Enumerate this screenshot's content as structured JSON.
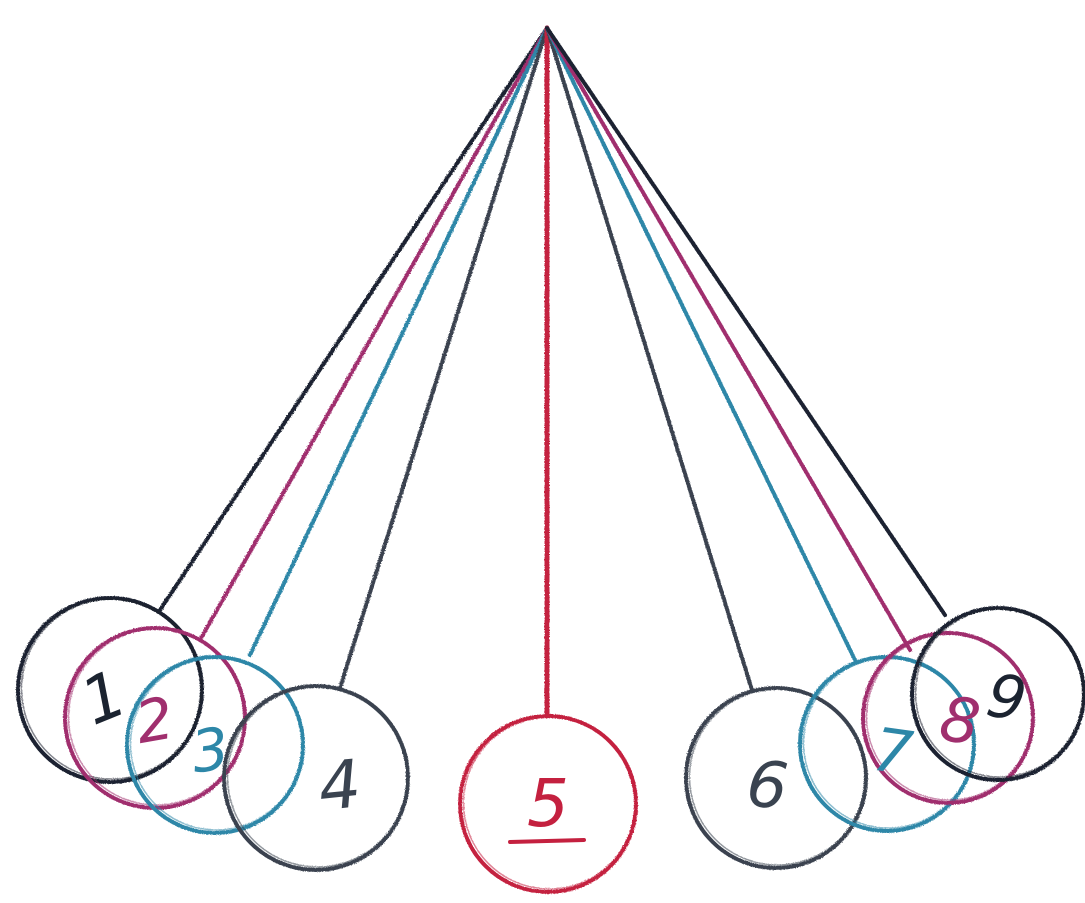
{
  "colors": {
    "black": "#1b2330",
    "red": "#c4203f",
    "magenta": "#a02f6e",
    "teal": "#2d87a8",
    "slate": "#3a4350",
    "background": "#ffffff"
  },
  "pendulum": {
    "balls": [
      {
        "label": "1",
        "color": "black"
      },
      {
        "label": "2",
        "color": "magenta"
      },
      {
        "label": "3",
        "color": "teal"
      },
      {
        "label": "4",
        "color": "slate"
      },
      {
        "label": "5",
        "color": "red",
        "underlined": true
      },
      {
        "label": "6",
        "color": "slate"
      },
      {
        "label": "7",
        "color": "teal"
      },
      {
        "label": "8",
        "color": "magenta"
      },
      {
        "label": "9",
        "color": "black"
      }
    ]
  }
}
